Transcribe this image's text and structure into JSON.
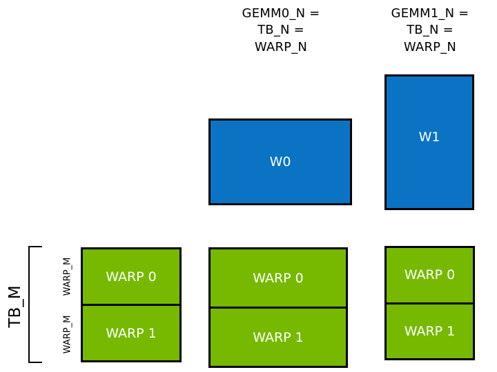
{
  "diagram": {
    "title_hidden": "",
    "colors": {
      "warp_tile_blue": "#0a73c4",
      "warp_row_green": "#76b900",
      "outline_black": "#000000",
      "label_white": "#ffffff",
      "background": "#ffffff"
    },
    "headers": [
      {
        "id": "gemm0",
        "text": "GEMM0_N =\nTB_N =\nWARP_N"
      },
      {
        "id": "gemm1",
        "text": "GEMM1_N =\nTB_N =\nWARP_N"
      }
    ],
    "blue_boxes": [
      {
        "id": "w0",
        "label": "W0"
      },
      {
        "id": "w1",
        "label": "W1"
      }
    ],
    "green_columns": [
      {
        "id": "col0",
        "boxes": [
          {
            "label": "WARP 0"
          },
          {
            "label": "WARP 1"
          }
        ]
      },
      {
        "id": "col1",
        "boxes": [
          {
            "label": "WARP 0"
          },
          {
            "label": "WARP 1"
          }
        ]
      },
      {
        "id": "col2",
        "boxes": [
          {
            "label": "WARP 0"
          },
          {
            "label": "WARP 1"
          }
        ]
      }
    ],
    "axis_labels": {
      "tb_m": "TB_M",
      "warp_m_top": "WARP_M",
      "warp_m_bottom": "WARP_M"
    }
  }
}
